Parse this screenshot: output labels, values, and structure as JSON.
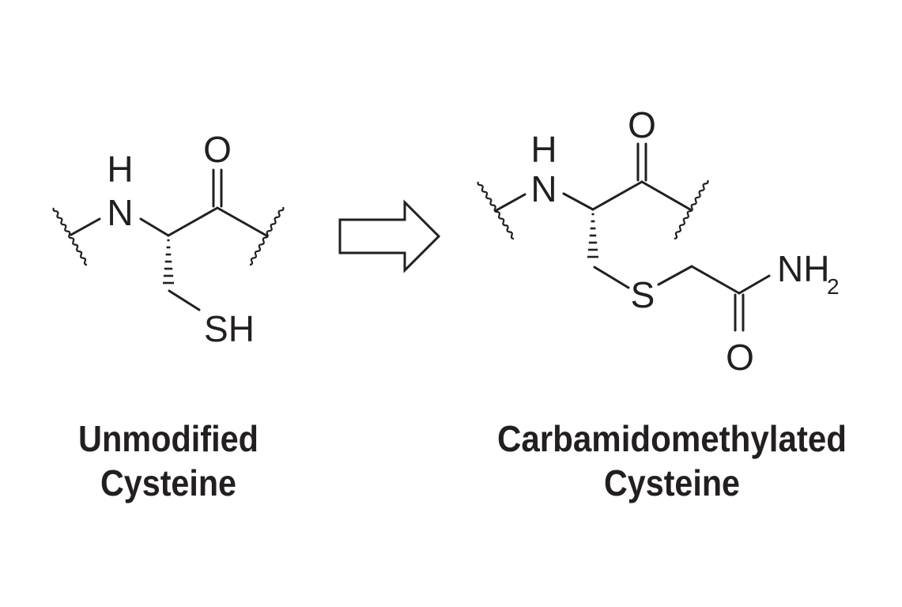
{
  "left_molecule": {
    "atoms": {
      "h": "H",
      "n": "N",
      "o": "O",
      "sh": "SH"
    },
    "caption": {
      "line1": "Unmodified",
      "line2": "Cysteine"
    }
  },
  "arrow": {
    "direction": "right",
    "style": "outline"
  },
  "right_molecule": {
    "atoms": {
      "h": "H",
      "n": "N",
      "o_top": "O",
      "s": "S",
      "nh": "NH",
      "nh_sub": "2",
      "o_bottom": "O"
    },
    "caption": {
      "line1": "Carbamidomethylated",
      "line2": "Cysteine"
    }
  },
  "colors": {
    "ink": "#231f20",
    "background": "#ffffff"
  }
}
